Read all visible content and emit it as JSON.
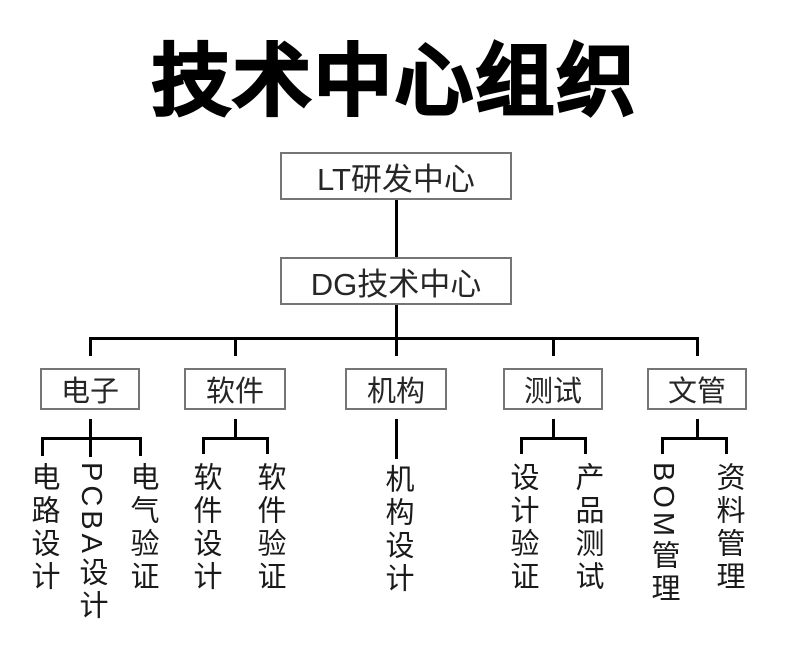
{
  "page": {
    "title": "技术中心组织",
    "background": "#ffffff"
  },
  "colors": {
    "title_text": "#000000",
    "box_border": "#757575",
    "box_text": "#262626",
    "connector_line": "#000000",
    "leaf_text": "#1a1a1a"
  },
  "org": {
    "root": {
      "label": "LT研发中心"
    },
    "center": {
      "label": "DG技术中心"
    },
    "departments": [
      {
        "label": "电子",
        "children": [
          "电路设计",
          "PCBA设计",
          "电气验证"
        ]
      },
      {
        "label": "软件",
        "children": [
          "软件设计",
          "软件验证"
        ]
      },
      {
        "label": "机构",
        "children": [
          "机构设计"
        ]
      },
      {
        "label": "测试",
        "children": [
          "设计验证",
          "产品测试"
        ]
      },
      {
        "label": "文管",
        "children": [
          "BOM管理",
          "资料管理"
        ]
      }
    ]
  }
}
